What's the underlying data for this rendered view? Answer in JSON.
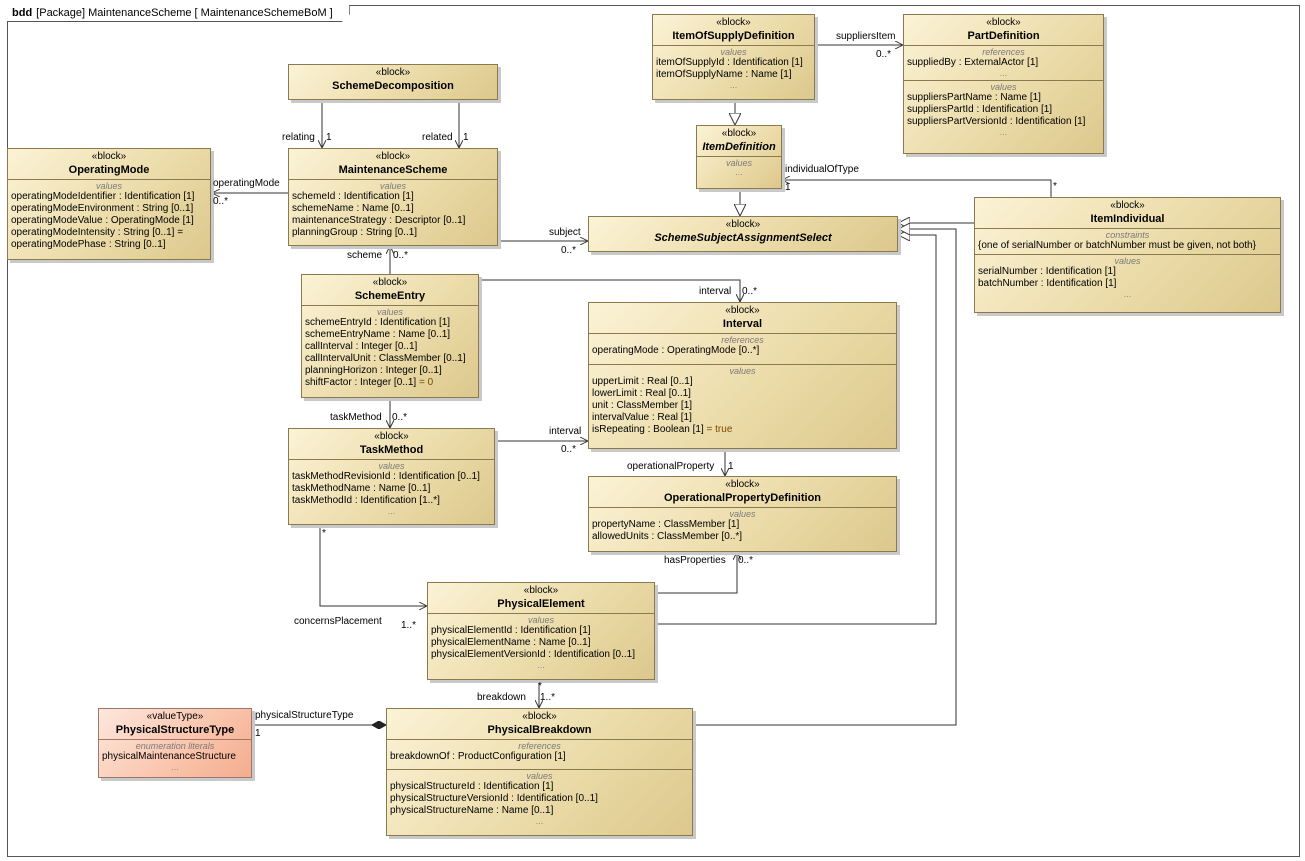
{
  "frame": {
    "kind": "bdd",
    "title": "[Package] MaintenanceScheme [ MaintenanceSchemeBoM ]"
  },
  "blocks": {
    "scheme_decomposition": {
      "stereotype": "«block»",
      "name": "SchemeDecomposition"
    },
    "operating_mode": {
      "stereotype": "«block»",
      "name": "OperatingMode",
      "values_label": "values",
      "values": [
        {
          "n": "operatingModeIdentifier",
          "t": " : Identification [1]"
        },
        {
          "n": "operatingModeEnvironment",
          "t": " : String [0..1]"
        },
        {
          "n": "operatingModeValue",
          "t": " : OperatingMode [1]"
        },
        {
          "n": "operatingModeIntensity",
          "t": " : String [0..1] ="
        },
        {
          "n": "operatingModePhase",
          "t": " : String [0..1]"
        }
      ]
    },
    "maintenance_scheme": {
      "stereotype": "«block»",
      "name": "MaintenanceScheme",
      "values_label": "values",
      "values": [
        {
          "n": "schemeId",
          "t": " : Identification [1]"
        },
        {
          "n": "schemeName",
          "t": " : Name [0..1]"
        },
        {
          "n": "maintenanceStrategy",
          "t": " : Descriptor [0..1]"
        },
        {
          "n": "planningGroup",
          "t": " : String [0..1]"
        }
      ]
    },
    "item_of_supply_definition": {
      "stereotype": "«block»",
      "name": "ItemOfSupplyDefinition",
      "values_label": "values",
      "values": [
        {
          "n": "itemOfSupplyId",
          "t": " : Identification [1]"
        },
        {
          "n": "itemOfSupplyName",
          "t": " : Name [1]"
        }
      ],
      "ellipsis": "..."
    },
    "part_definition": {
      "stereotype": "«block»",
      "name": "PartDefinition",
      "references_label": "references",
      "references": [
        {
          "n": "suppliedBy",
          "t": " : ExternalActor [1]"
        }
      ],
      "references_ellipsis": "...",
      "values_label": "values",
      "values": [
        {
          "n": "suppliersPartName",
          "t": " : Name [1]"
        },
        {
          "n": "suppliersPartId",
          "t": " : Identification [1]"
        },
        {
          "n": "suppliersPartVersionId",
          "t": " : Identification [1]"
        }
      ],
      "ellipsis": "..."
    },
    "item_definition": {
      "stereotype": "«block»",
      "name": "ItemDefinition",
      "values_label": "values",
      "ellipsis": "..."
    },
    "scheme_subject_assignment_select": {
      "stereotype": "«block»",
      "name": "SchemeSubjectAssignmentSelect"
    },
    "item_individual": {
      "stereotype": "«block»",
      "name": "ItemIndividual",
      "constraints_label": "constraints",
      "constraint": "{one of serialNumber or batchNumber must be given, not both}",
      "values_label": "values",
      "values": [
        {
          "n": "serialNumber",
          "t": " : Identification [1]"
        },
        {
          "n": "batchNumber",
          "t": " : Identification [1]"
        }
      ],
      "ellipsis": "..."
    },
    "scheme_entry": {
      "stereotype": "«block»",
      "name": "SchemeEntry",
      "values_label": "values",
      "values": [
        {
          "n": "schemeEntryId",
          "t": " : Identification [1]"
        },
        {
          "n": "schemeEntryName",
          "t": " : Name [0..1]"
        },
        {
          "n": "callInterval",
          "t": " : Integer [0..1]"
        },
        {
          "n": "callIntervalUnit",
          "t": " : ClassMember [0..1]"
        },
        {
          "n": "planningHorizon",
          "t": " : Integer [0..1]"
        },
        {
          "n": "shiftFactor",
          "t": " : Integer [0..1]",
          "d": " = 0"
        }
      ]
    },
    "interval": {
      "stereotype": "«block»",
      "name": "Interval",
      "references_label": "references",
      "references": [
        {
          "n": "operatingMode",
          "t": " : OperatingMode [0..*]"
        }
      ],
      "values_label": "values",
      "values": [
        {
          "n": "upperLimit",
          "t": " : Real [0..1]"
        },
        {
          "n": "lowerLimit",
          "t": " : Real [0..1]"
        },
        {
          "n": "unit",
          "t": " : ClassMember [1]"
        },
        {
          "n": "intervalValue",
          "t": " : Real [1]"
        },
        {
          "n": "isRepeating",
          "t": " : Boolean [1]",
          "d": " = true"
        }
      ]
    },
    "task_method": {
      "stereotype": "«block»",
      "name": "TaskMethod",
      "values_label": "values",
      "values": [
        {
          "n": "taskMethodRevisionId",
          "t": " : Identification [0..1]"
        },
        {
          "n": "taskMethodName",
          "t": " : Name [0..1]"
        },
        {
          "n": "taskMethodId",
          "t": " : Identification [1..*]"
        }
      ],
      "ellipsis": "..."
    },
    "operational_property_definition": {
      "stereotype": "«block»",
      "name": "OperationalPropertyDefinition",
      "values_label": "values",
      "values": [
        {
          "n": "propertyName",
          "t": " : ClassMember [1]"
        },
        {
          "n": "allowedUnits",
          "t": " : ClassMember [0..*]"
        }
      ]
    },
    "physical_element": {
      "stereotype": "«block»",
      "name": "PhysicalElement",
      "values_label": "values",
      "values": [
        {
          "n": "physicalElementId",
          "t": " : Identification [1]"
        },
        {
          "n": "physicalElementName",
          "t": " : Name [0..1]"
        },
        {
          "n": "physicalElementVersionId",
          "t": " : Identification [0..1]"
        }
      ],
      "ellipsis": "..."
    },
    "physical_structure_type": {
      "stereotype": "«valueType»",
      "name": "PhysicalStructureType",
      "literals_label": "enumeration literals",
      "literals": [
        "physicalMaintenanceStructure"
      ],
      "ellipsis": "..."
    },
    "physical_breakdown": {
      "stereotype": "«block»",
      "name": "PhysicalBreakdown",
      "references_label": "references",
      "references": [
        {
          "n": "breakdownOf",
          "t": " : ProductConfiguration [1]"
        }
      ],
      "values_label": "values",
      "values": [
        {
          "n": "physicalStructureId",
          "t": " : Identification [1]"
        },
        {
          "n": "physicalStructureVersionId",
          "t": " : Identification [0..1]"
        },
        {
          "n": "physicalStructureName",
          "t": " : Name [0..1]"
        }
      ],
      "ellipsis": "..."
    }
  },
  "edges": {
    "relating": "relating",
    "relating_mult": "1",
    "related": "related",
    "related_mult": "1",
    "operating_mode": "operatingMode",
    "operating_mode_mult": "0..*",
    "suppliers_item": "suppliersItem",
    "suppliers_item_mult": "0..*",
    "individual_of_type": "individualOfType",
    "individual_of_type_mult": "1",
    "individual_of_type_src_mult": "*",
    "subject": "subject",
    "subject_mult": "0..*",
    "scheme": "scheme",
    "scheme_mult": "0..*",
    "interval_1": "interval",
    "interval_1_mult": "0..*",
    "task_method": "taskMethod",
    "task_method_mult": "0..*",
    "interval_2": "interval",
    "interval_2_mult": "0..*",
    "operational_property": "operationalProperty",
    "operational_property_mult": "1",
    "has_properties": "hasProperties",
    "has_properties_mult": "0..*",
    "concerns_placement": "concernsPlacement",
    "concerns_placement_mult": "1..*",
    "concerns_placement_src_mult": "*",
    "breakdown": "breakdown",
    "breakdown_mult": "1..*",
    "breakdown_src_mult": "*",
    "physical_structure_type": "physicalStructureType",
    "physical_structure_type_mult": "1"
  }
}
